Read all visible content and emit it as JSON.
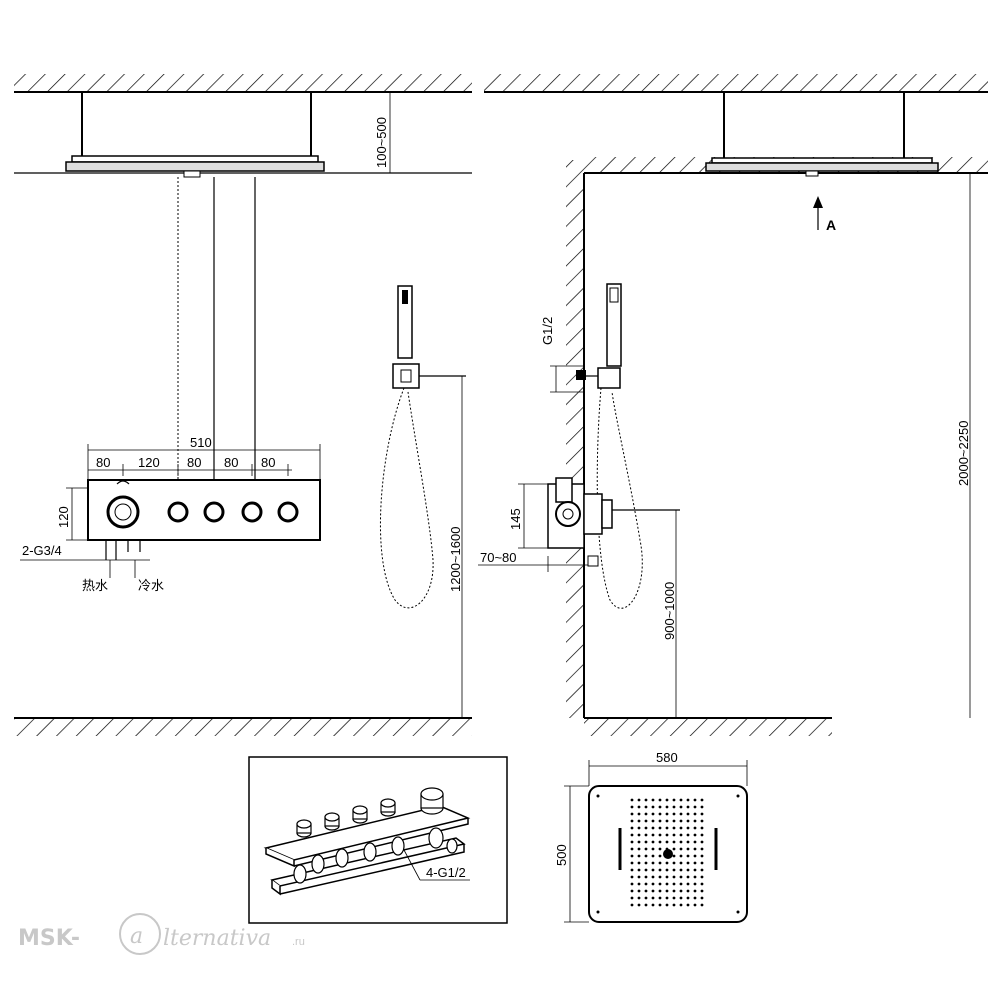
{
  "dimensions": {
    "ceiling_drop": "100~500",
    "panel_width": "510",
    "spacing": [
      "80",
      "120",
      "80",
      "80",
      "80"
    ],
    "panel_height": "120",
    "inlet": "2-G3/4",
    "hot": "热水",
    "cold": "冷水",
    "hand_height": "1200~1600",
    "wall_outlet": "G1/2",
    "valve_height": "145",
    "wall_depth": "70~80",
    "valve_floor": "900~1000",
    "head_height": "2000~2250",
    "view_a": "A",
    "outlets": "4-G1/2",
    "head_width": "580",
    "head_depth": "500"
  },
  "watermark": {
    "prefix": "MSK-",
    "circle_a": "a",
    "rest": "lternativa",
    "suffix": ".ru"
  }
}
